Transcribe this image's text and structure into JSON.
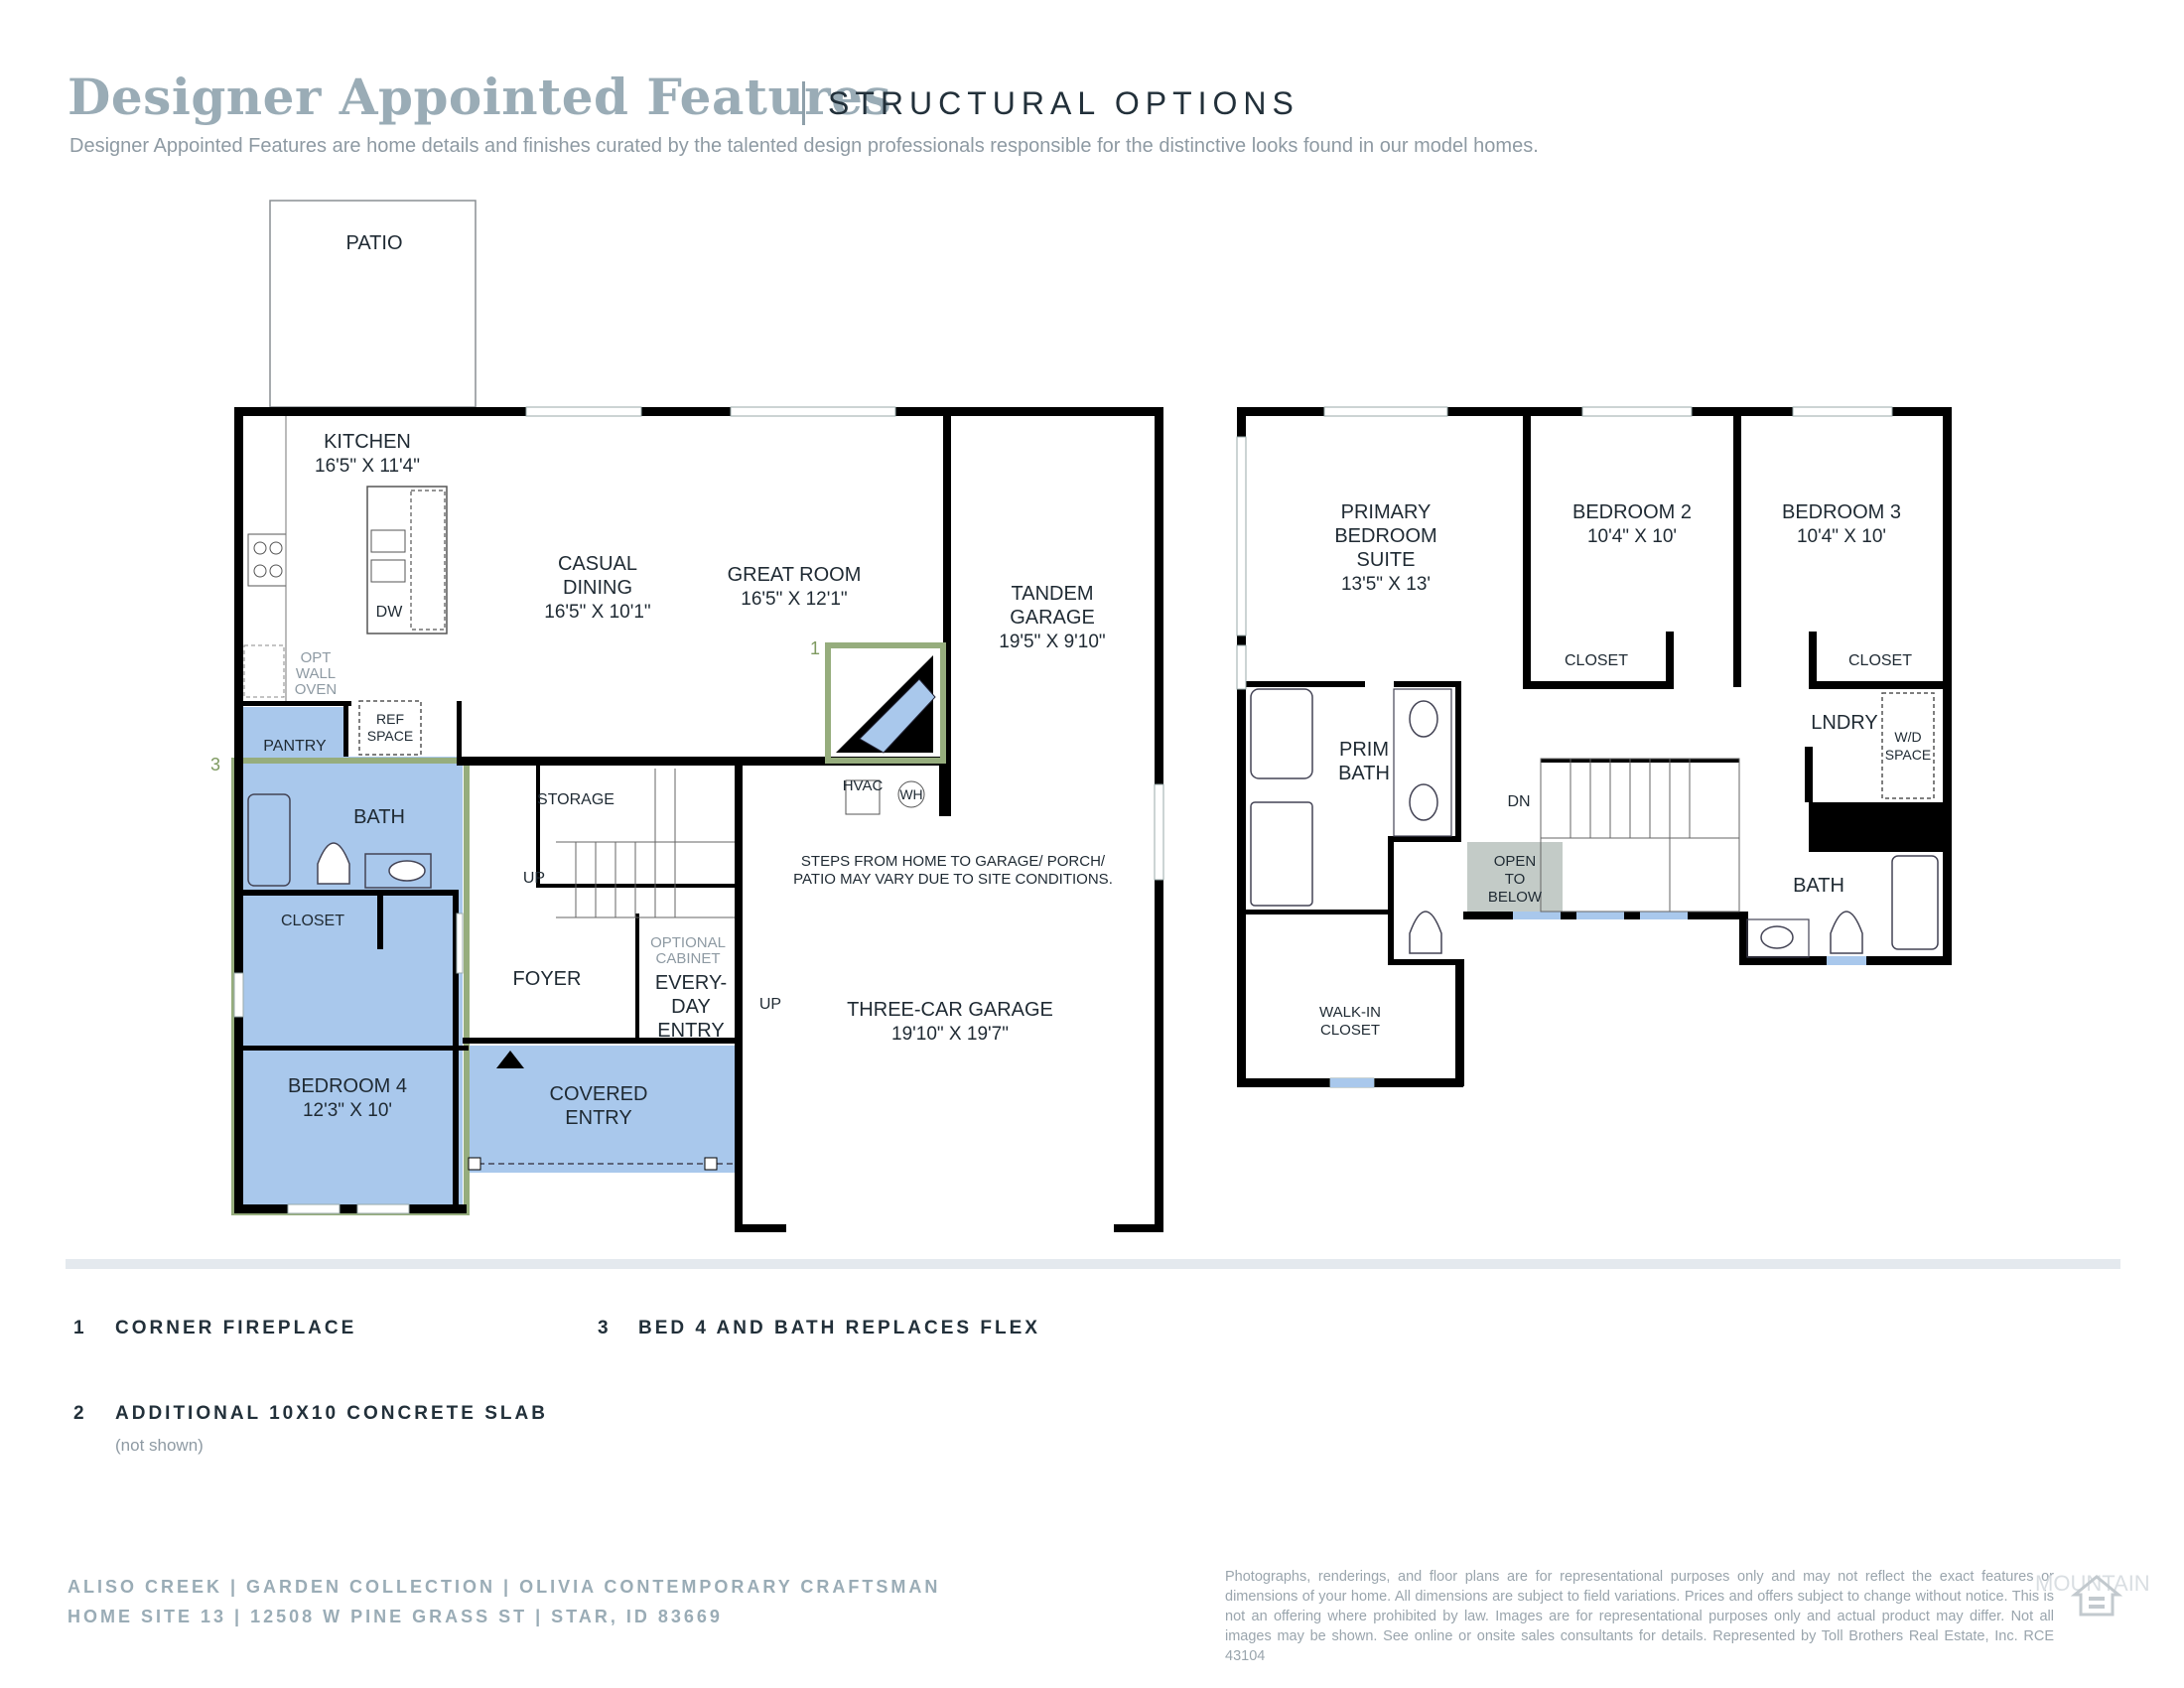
{
  "header": {
    "title": "Designer Appointed Features",
    "subtitle": "STRUCTURAL OPTIONS",
    "intro": "Designer Appointed Features are home details and finishes curated by the talented design professionals responsible for the distinctive looks found in our model homes."
  },
  "colors": {
    "wall": "#000000",
    "option_fill": "#a9c8ec",
    "option_outline": "#96ad7d",
    "open_below": "#c3cbc7",
    "title": "#9aacb6"
  },
  "first_floor": {
    "patio": "PATIO",
    "kitchen": {
      "name": "KITCHEN",
      "dim": "16'5\" X 11'4\""
    },
    "dw": "DW",
    "opt_wall_oven": [
      "OPT",
      "WALL",
      "OVEN"
    ],
    "casual_dining": {
      "name": [
        "CASUAL",
        "DINING"
      ],
      "dim": "16'5\" X 10'1\""
    },
    "great_room": {
      "name": "GREAT ROOM",
      "dim": "16'5\" X 12'1\""
    },
    "tandem_garage": {
      "name": [
        "TANDEM",
        "GARAGE"
      ],
      "dim": "19'5\" X 9'10\""
    },
    "pantry": "PANTRY",
    "ref_space": [
      "REF",
      "SPACE"
    ],
    "storage": "STORAGE",
    "hvac": "HVAC",
    "wh": "WH",
    "bath": "BATH",
    "up_stairs": "UP",
    "closet": "CLOSET",
    "foyer": "FOYER",
    "optional_cabinet": [
      "OPTIONAL",
      "CABINET"
    ],
    "everyday_entry": [
      "EVERY-",
      "DAY",
      "ENTRY"
    ],
    "up_garage": "UP",
    "garage_note": [
      "STEPS FROM HOME TO GARAGE/ PORCH/",
      "PATIO MAY VARY DUE TO SITE CONDITIONS."
    ],
    "three_car_garage": {
      "name": "THREE-CAR GARAGE",
      "dim": "19'10\" X 19'7\""
    },
    "bedroom4": {
      "name": "BEDROOM 4",
      "dim": "12'3\" X 10'"
    },
    "covered_entry": [
      "COVERED",
      "ENTRY"
    ],
    "marker1": "1",
    "marker3": "3"
  },
  "second_floor": {
    "primary_suite": {
      "name": [
        "PRIMARY",
        "BEDROOM",
        "SUITE"
      ],
      "dim": "13'5\" X 13'"
    },
    "bedroom2": {
      "name": "BEDROOM 2",
      "dim": "10'4\" X 10'"
    },
    "bedroom3": {
      "name": "BEDROOM 3",
      "dim": "10'4\" X 10'"
    },
    "closet2": "CLOSET",
    "closet3": "CLOSET",
    "prim_bath": [
      "PRIM",
      "BATH"
    ],
    "lndry": "LNDRY",
    "wd_space": [
      "W/D",
      "SPACE"
    ],
    "dn": "DN",
    "open_below": [
      "OPEN",
      "TO",
      "BELOW"
    ],
    "bath": "BATH",
    "walk_in_closet": [
      "WALK-IN",
      "CLOSET"
    ]
  },
  "options": [
    {
      "num": "1",
      "label": "CORNER FIREPLACE"
    },
    {
      "num": "2",
      "label": "ADDITIONAL 10X10 CONCRETE SLAB",
      "note": "(not shown)"
    },
    {
      "num": "3",
      "label": "BED 4 AND BATH REPLACES FLEX"
    }
  ],
  "footer": {
    "line1": "ALISO CREEK  |  GARDEN COLLECTION  |  OLIVIA CONTEMPORARY CRAFTSMAN",
    "line2": "HOME SITE 13  |  12508 W PINE GRASS ST  |  STAR, ID 83669",
    "disclaimer": "Photographs, renderings, and floor plans are for representational purposes only and may not reflect the exact features or dimensions of your home. All dimensions are subject to field variations. Prices and offers subject to change without notice. This is not an offering where prohibited by law. Images are for representational purposes only and actual product may differ. Not all images may be shown. See online or onsite sales consultants for details. Represented by Toll Brothers Real Estate, Inc. RCE 43104",
    "watermark": "MOUNTAIN"
  }
}
